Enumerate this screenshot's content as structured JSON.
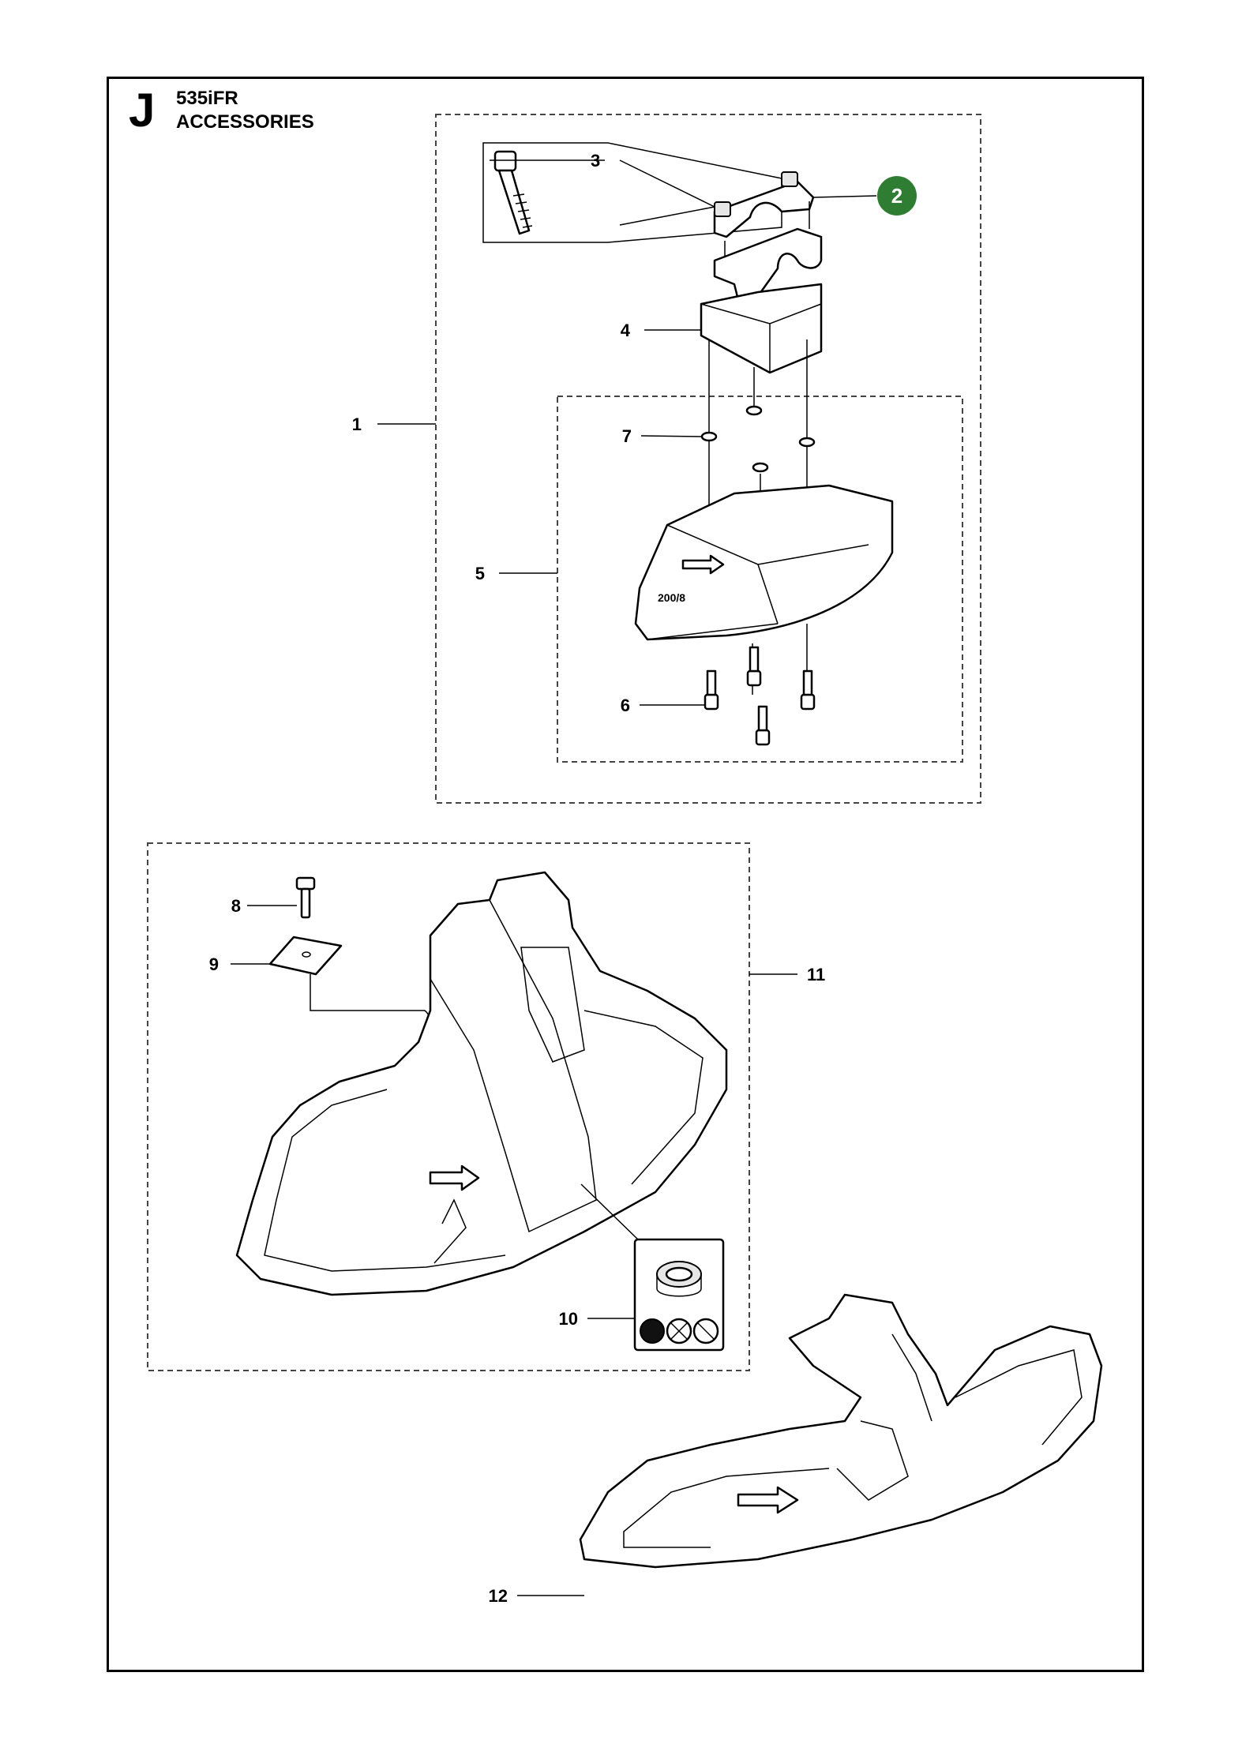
{
  "header": {
    "section_letter": "J",
    "model": "535iFR",
    "title": "ACCESSORIES"
  },
  "callouts": [
    {
      "id": "c1",
      "text": "1"
    },
    {
      "id": "c2",
      "text": "2",
      "highlight": true,
      "color": "#2e7d32"
    },
    {
      "id": "c3",
      "text": "3"
    },
    {
      "id": "c4",
      "text": "4"
    },
    {
      "id": "c5",
      "text": "5"
    },
    {
      "id": "c6",
      "text": "6"
    },
    {
      "id": "c7",
      "text": "7"
    },
    {
      "id": "c8",
      "text": "8"
    },
    {
      "id": "c9",
      "text": "9"
    },
    {
      "id": "c10",
      "text": "10"
    },
    {
      "id": "c11",
      "text": "11"
    },
    {
      "id": "c12",
      "text": "12"
    }
  ],
  "guard_marking": "200/8",
  "colors": {
    "highlight": "#2e7d32",
    "line": "#000000"
  }
}
